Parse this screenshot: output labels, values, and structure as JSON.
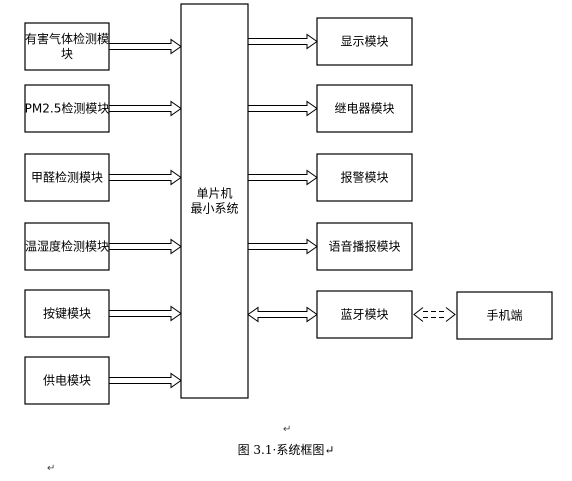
{
  "inputs": [
    {
      "lines": [
        "有害气体检测模",
        "块"
      ]
    },
    {
      "lines": [
        "PM2.5检测模块"
      ]
    },
    {
      "lines": [
        "甲醛检测模块"
      ]
    },
    {
      "lines": [
        "温湿度检测模块"
      ]
    },
    {
      "lines": [
        "按键模块"
      ]
    },
    {
      "lines": [
        "供电模块"
      ]
    }
  ],
  "mcu": {
    "lines": [
      "单片机",
      "最小系统"
    ]
  },
  "outputs": [
    {
      "lines": [
        "显示模块"
      ],
      "bidirectional": false
    },
    {
      "lines": [
        "继电器模块"
      ],
      "bidirectional": false
    },
    {
      "lines": [
        "报警模块"
      ],
      "bidirectional": false
    },
    {
      "lines": [
        "语音播报模块"
      ],
      "bidirectional": false
    },
    {
      "lines": [
        "蓝牙模块"
      ],
      "bidirectional": true
    }
  ],
  "phone": {
    "lines": [
      "手机端"
    ],
    "link": "wireless-dashed-bidirectional"
  },
  "caption": "图 3.1·系统框图",
  "paragraph_mark": "↵"
}
